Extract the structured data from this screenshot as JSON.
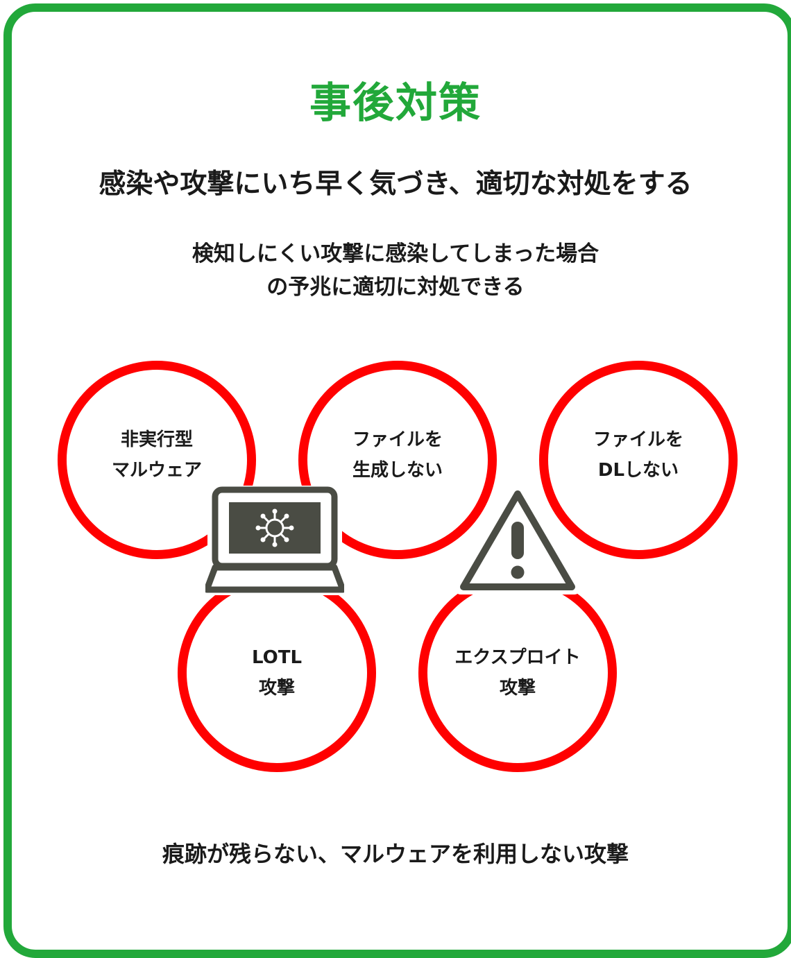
{
  "title": "事後対策",
  "subtitle": "感染や攻撃にいち早く気づき、適切な対処をする",
  "description": {
    "line1": "検知しにくい攻撃に感染してしまった場合",
    "line2": "の予兆に適切に対処できる"
  },
  "circles": [
    {
      "line1": "非実行型",
      "line2": "マルウェア"
    },
    {
      "line1": "ファイルを",
      "line2": "生成しない"
    },
    {
      "line1": "ファイルを",
      "line2": "DLしない"
    },
    {
      "line1": "LOTL",
      "line2": "攻撃"
    },
    {
      "line1": "エクスプロイト",
      "line2": "攻撃"
    }
  ],
  "icons": {
    "laptop": "laptop-virus-icon",
    "warning": "warning-triangle-icon"
  },
  "footer": "痕跡が残らない、マルウェアを利用しない攻撃",
  "colors": {
    "frame": "#22a83a",
    "title": "#22a83a",
    "circle_border": "#ff0000",
    "icon": "#4a4c44",
    "text": "#1a1a1a"
  }
}
